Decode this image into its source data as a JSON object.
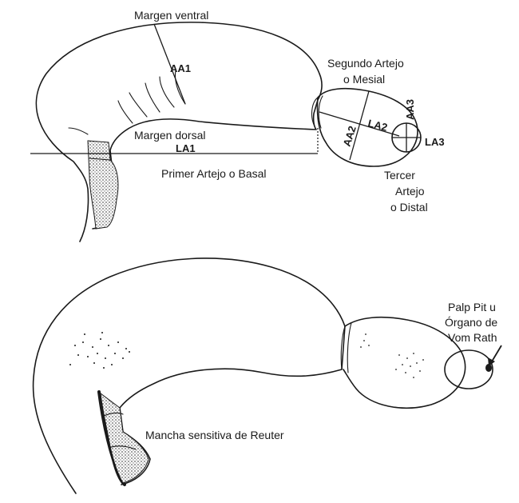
{
  "diagram_top": {
    "labels": {
      "margen_ventral": "Margen ventral",
      "margen_dorsal": "Margen dorsal",
      "segundo_artejo_line1": "Segundo Artejo",
      "segundo_artejo_line2": "o Mesial",
      "primer_artejo": "Primer Artejo o Basal",
      "tercer_line1": "Tercer",
      "tercer_line2": "Artejo",
      "tercer_line3": "o Distal"
    },
    "measurements": {
      "aa1": "AA1",
      "la1": "LA1",
      "aa2": "AA2",
      "la2": "LA2",
      "aa3": "AA3",
      "la3": "LA3"
    }
  },
  "diagram_bottom": {
    "labels": {
      "palp_pit_line1": "Palp Pit u",
      "palp_pit_line2": "Órgano de",
      "palp_pit_line3": "Vom Rath",
      "mancha": "Mancha sensitiva de Reuter"
    }
  },
  "colors": {
    "ink": "#1a1a1a",
    "stipple": "#555555",
    "background": "#ffffff"
  }
}
